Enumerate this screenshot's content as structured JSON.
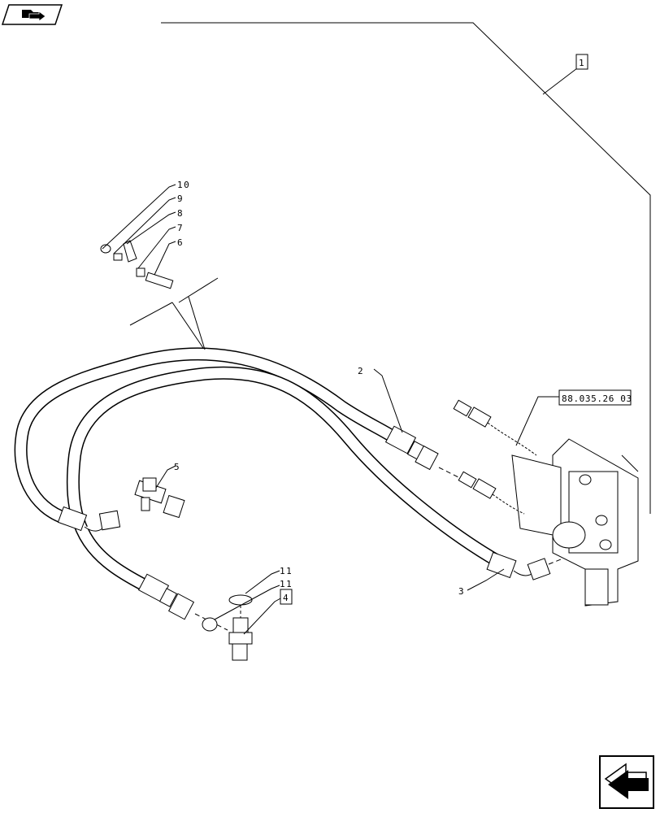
{
  "diagram": {
    "callouts": [
      {
        "id": "c1",
        "text": "1",
        "boxed": true
      },
      {
        "id": "c2",
        "text": "2",
        "boxed": false
      },
      {
        "id": "c3",
        "text": "3",
        "boxed": false
      },
      {
        "id": "c4",
        "text": "4",
        "boxed": true
      },
      {
        "id": "c5",
        "text": "5",
        "boxed": false
      },
      {
        "id": "c6",
        "text": "6",
        "boxed": false
      },
      {
        "id": "c7",
        "text": "7",
        "boxed": false
      },
      {
        "id": "c8",
        "text": "8",
        "boxed": false
      },
      {
        "id": "c9",
        "text": "9",
        "boxed": false
      },
      {
        "id": "c10",
        "text": "10",
        "boxed": false
      },
      {
        "id": "c11a",
        "text": "11",
        "boxed": false
      },
      {
        "id": "c11b",
        "text": "11",
        "boxed": false
      }
    ],
    "reference": "88.035.26 03"
  },
  "icons": {
    "top_left": "folder-arrow-icon",
    "bottom_right": "next-page-arrow-icon"
  }
}
